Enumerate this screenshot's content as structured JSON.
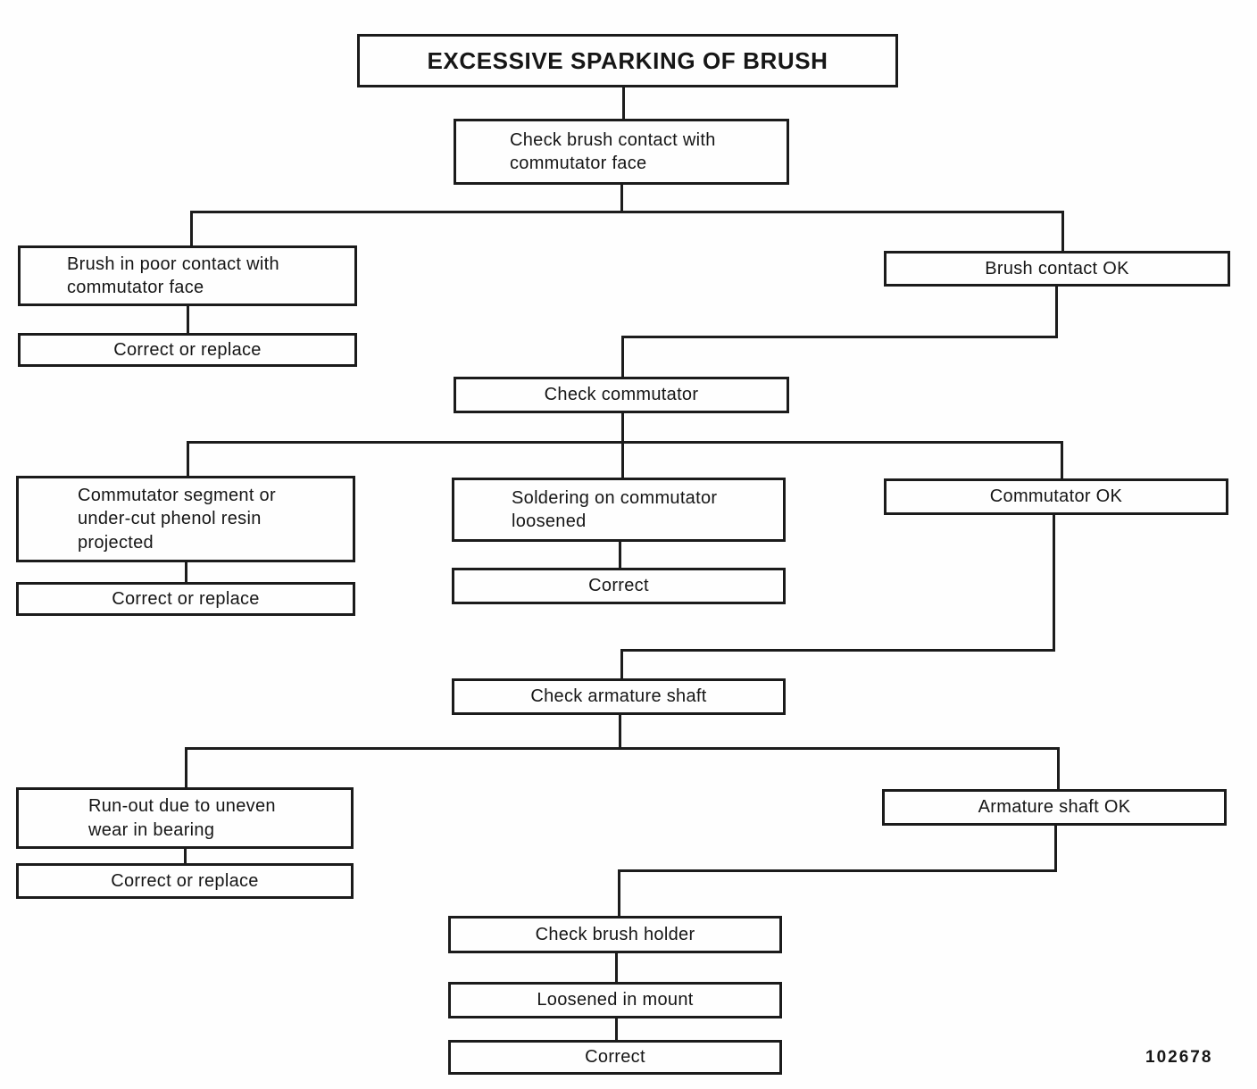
{
  "title": "EXCESSIVE SPARKING OF BRUSH",
  "figure_number": "102678",
  "nodes": {
    "check_brush_contact": "Check brush contact with\ncommutator face",
    "brush_poor_contact": "Brush in poor contact with\ncommutator face",
    "correct_or_replace_1": "Correct or replace",
    "brush_contact_ok": "Brush contact OK",
    "check_commutator": "Check commutator",
    "commutator_segment": "Commutator segment or\nunder-cut phenol resin\nprojected",
    "correct_or_replace_2": "Correct or replace",
    "soldering_loosened": "Soldering on commutator\nloosened",
    "correct_1": "Correct",
    "commutator_ok": "Commutator OK",
    "check_armature_shaft": "Check armature shaft",
    "run_out_bearing": "Run-out due to uneven\nwear in bearing",
    "correct_or_replace_3": "Correct or replace",
    "armature_shaft_ok": "Armature shaft OK",
    "check_brush_holder": "Check brush holder",
    "loosened_in_mount": "Loosened in mount",
    "correct_2": "Correct"
  }
}
